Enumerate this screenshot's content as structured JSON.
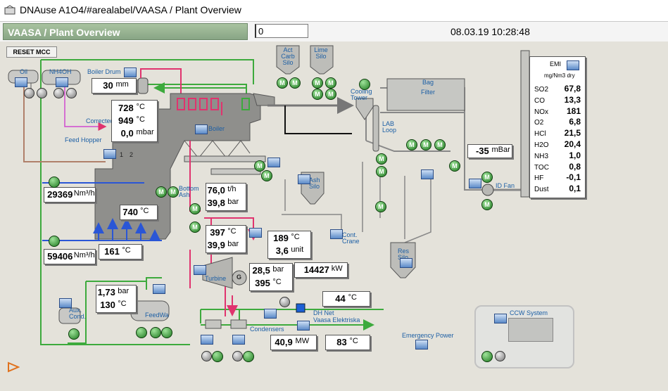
{
  "window": {
    "title": "DNAuse A1O4/#arealabel/VAASA / Plant Overview"
  },
  "header": {
    "page_title": "VAASA / Plant Overview",
    "operator_field_value": "0",
    "datetime": "08.03.19 10:28:48"
  },
  "buttons": {
    "reset_mcc": "RESET MCC"
  },
  "labels": {
    "oil": "Oil",
    "nh4oh": "NH4OH",
    "boiler_drum": "Boiler Drum",
    "corrected": "Corrected",
    "feed_hopper": "Feed Hopper",
    "boiler": "Boiler",
    "bottom_ash": "Bottom Ash",
    "ash_silo": "Ash Silo",
    "act_carb_silo": "Act Carb Silo",
    "lime_silo": "Lime Silo",
    "cooling_tower": "Cooling Tower",
    "lab_loop": "LAB Loop",
    "bag_filter": "Bag Filter",
    "id_fan": "ID Fan",
    "emi": "EMI",
    "emi_unit": "mg/Nm3 dry",
    "cont_crane": "Cont. Crane",
    "res_silo": "Res Silo",
    "turbine": "Turbine",
    "generator": "G",
    "aux_cond": "Aux. Cond.",
    "feedwa": "FeedWa",
    "dh_net": "DH Net",
    "vaasa_elektriska": "Vaasa Elektriska",
    "condensers": "Condensers",
    "emergency_power": "Emergency Power",
    "ccw_system": "CCW System",
    "hopper_1": "1",
    "hopper_2": "2",
    "motor": "M"
  },
  "values": {
    "drum_level": {
      "value": "30",
      "unit": "mm"
    },
    "furnace": [
      {
        "value": "728",
        "unit": "°C"
      },
      {
        "value": "949",
        "unit": "°C"
      },
      {
        "value": "0,0",
        "unit": "mbar"
      }
    ],
    "primary_air": {
      "value": "29369",
      "unit": "Nm³/h"
    },
    "secondary_air": {
      "value": "59406",
      "unit": "Nm³/h"
    },
    "bed_temp": {
      "value": "740",
      "unit": "°C"
    },
    "air_temp": {
      "value": "161",
      "unit": "°C"
    },
    "steam": [
      {
        "value": "76,0",
        "unit": "t/h"
      },
      {
        "value": "39,8",
        "unit": "bar"
      }
    ],
    "live_steam": [
      {
        "value": "397",
        "unit": "°C"
      },
      {
        "value": "39,9",
        "unit": "bar"
      }
    ],
    "turbine_inlet": [
      {
        "value": "189",
        "unit": "°C"
      },
      {
        "value": "3,6",
        "unit": "unit"
      }
    ],
    "turbine_mid": [
      {
        "value": "28,5",
        "unit": "bar"
      },
      {
        "value": "395",
        "unit": "°C"
      }
    ],
    "generator_power": {
      "value": "14427",
      "unit": "kW"
    },
    "feedwater": [
      {
        "value": "1,73",
        "unit": "bar"
      },
      {
        "value": "130",
        "unit": "°C"
      }
    ],
    "dh_temp": {
      "value": "44",
      "unit": "°C"
    },
    "dh_power": {
      "value": "40,9",
      "unit": "MW"
    },
    "dh_return": {
      "value": "83",
      "unit": "°C"
    },
    "flue_pressure": {
      "value": "-35",
      "unit": "mBar"
    }
  },
  "emi_rows": [
    {
      "k": "SO2",
      "v": "67,8"
    },
    {
      "k": "CO",
      "v": "13,3"
    },
    {
      "k": "NOx",
      "v": "181"
    },
    {
      "k": "O2",
      "v": "6,8"
    },
    {
      "k": "HCl",
      "v": "21,5"
    },
    {
      "k": "H2O",
      "v": "20,4"
    },
    {
      "k": "NH3",
      "v": "1,0"
    },
    {
      "k": "TOC",
      "v": "0,8"
    },
    {
      "k": "HF",
      "v": "-0,1"
    },
    {
      "k": "Dust",
      "v": "0,1"
    }
  ]
}
